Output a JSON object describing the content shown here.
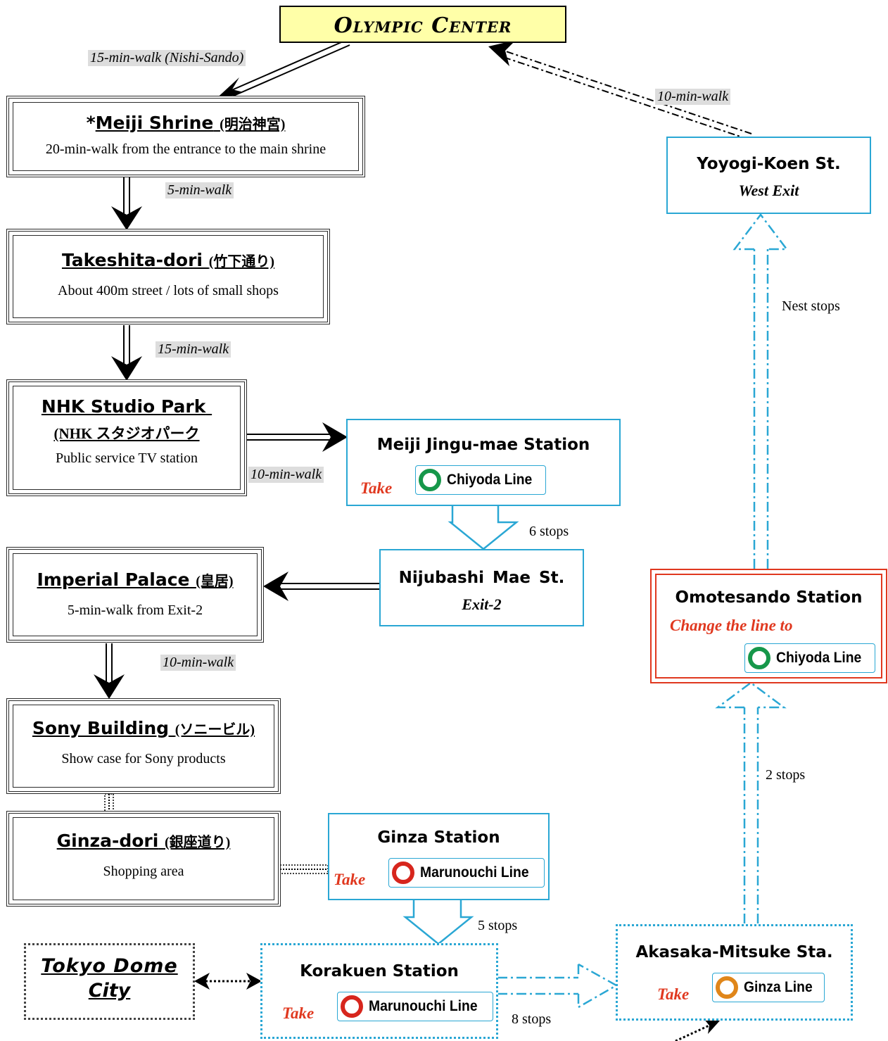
{
  "olympic_center": "Olympic Center",
  "walks": {
    "olympic_to_meiji": "15-min-walk (Nishi-Sando)",
    "meiji_to_takeshita": "5-min-walk",
    "takeshita_to_nhk": "15-min-walk",
    "nhk_to_meijijingu": "10-min-walk",
    "imperial_to_sony": "10-min-walk",
    "yoyogi_to_olympic": "10-min-walk"
  },
  "spots": {
    "meiji": {
      "prefix": "*",
      "name": "Meiji Shrine",
      "jp": "(明治神宮)",
      "desc": "20-min-walk from the entrance to the main shrine"
    },
    "takeshita": {
      "name": "Takeshita-dori",
      "jp": "(竹下通り)",
      "desc": "About 400m street / lots of small shops"
    },
    "nhk": {
      "name": "NHK Studio Park",
      "jp": "(NHK スタジオパーク",
      "desc": "Public service TV station"
    },
    "imperial": {
      "name": "Imperial Palace",
      "jp": "(皇居)",
      "desc": "5-min-walk from Exit-2"
    },
    "sony": {
      "name": "Sony Building",
      "jp": "(ソニービル)",
      "desc": "Show case for Sony products"
    },
    "ginza_dori": {
      "name": "Ginza-dori",
      "jp": "(銀座道り)",
      "desc": "Shopping area"
    },
    "tokyo_dome": {
      "line1": "Tokyo Dome",
      "line2": "City"
    }
  },
  "stations": {
    "meiji_jingumae": {
      "name": "Meiji Jingu-mae Station",
      "take": "Take",
      "line": "Chiyoda Line"
    },
    "nijubashi": {
      "name": "Nijubashi  Mae  St.",
      "exit": "Exit-2"
    },
    "ginza": {
      "name": "Ginza Station",
      "take": "Take",
      "line": "Marunouchi Line"
    },
    "korakuen": {
      "name": "Korakuen Station",
      "take": "Take",
      "line": "Marunouchi Line"
    },
    "akasaka": {
      "name": "Akasaka-Mitsuke Sta.",
      "take": "Take",
      "line": "Ginza Line"
    },
    "omotesando": {
      "name": "Omotesando Station",
      "change": "Change the line to",
      "line": "Chiyoda Line"
    },
    "yoyogi": {
      "name": "Yoyogi-Koen  St.",
      "exit": "West Exit"
    }
  },
  "stops": {
    "meiji_to_nijubashi": "6 stops",
    "ginza_to_korakuen": "5 stops",
    "korakuen_to_akasaka": "8 stops",
    "akasaka_to_omotesando": "2 stops",
    "omotesando_to_yoyogi": "Nest stops"
  },
  "colors": {
    "chiyoda": "#16974a",
    "marunouchi": "#d7261d",
    "ginza": "#e0861a",
    "station_border": "#2aa7d4",
    "take_text": "#e0381f",
    "olympic_bg": "#ffffa8"
  }
}
